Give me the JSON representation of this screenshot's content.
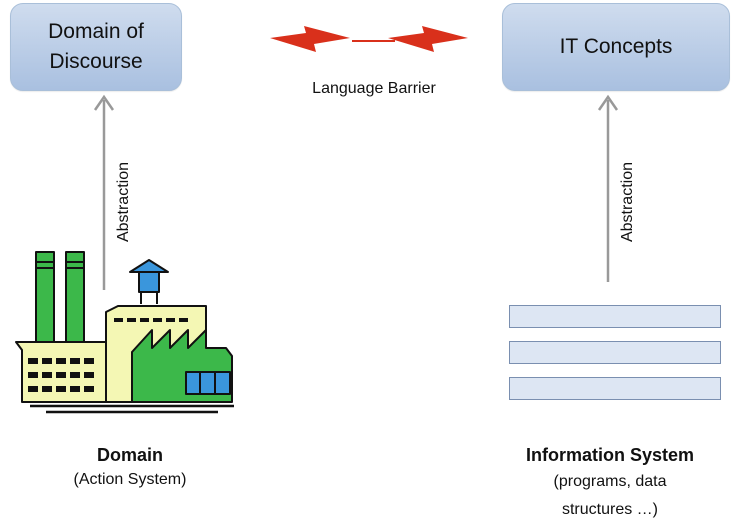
{
  "boxes": {
    "left": "Domain of\nDiscourse",
    "right": "IT Concepts"
  },
  "barrier": {
    "label": "Language Barrier"
  },
  "arrows": {
    "left_label": "Abstraction",
    "right_label": "Abstraction"
  },
  "domain": {
    "title": "Domain",
    "subtitle": "(Action System)"
  },
  "information_system": {
    "title": "Information System",
    "subtitle": "(programs, data\nstructures …)"
  },
  "colors": {
    "box_fill": "#bcd0ea",
    "barrier_red": "#d9301b",
    "factory_green": "#3cb84a",
    "factory_yellow": "#f4f7b4",
    "tank_blue": "#3a96dc",
    "arrow_gray": "#999999",
    "stack_fill": "#dde6f3"
  },
  "icons": [
    "lightning-bolt-icon",
    "factory-icon",
    "data-stack-icon"
  ]
}
